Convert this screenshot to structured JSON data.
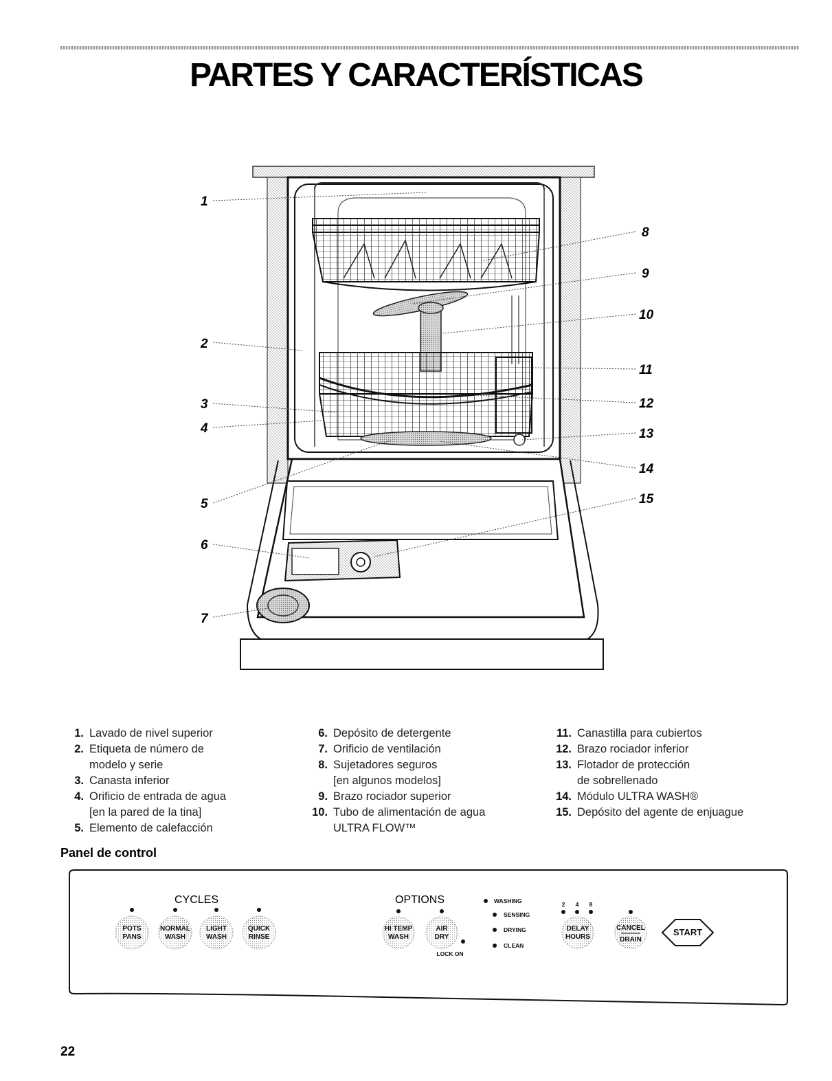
{
  "page": {
    "title": "PARTES Y CARACTERÍSTICAS",
    "page_number": "22"
  },
  "diagram": {
    "callouts": [
      "1",
      "2",
      "3",
      "4",
      "5",
      "6",
      "7",
      "8",
      "9",
      "10",
      "11",
      "12",
      "13",
      "14",
      "15"
    ]
  },
  "legend": {
    "column1": [
      {
        "num": "1.",
        "text": "Lavado de nivel superior"
      },
      {
        "num": "2.",
        "text": "Etiqueta de número de\nmodelo y serie"
      },
      {
        "num": "3.",
        "text": "Canasta inferior"
      },
      {
        "num": "4.",
        "text": "Orificio de entrada de agua\n[en la pared de la tina]"
      },
      {
        "num": "5.",
        "text": "Elemento de calefacción"
      }
    ],
    "column2": [
      {
        "num": "6.",
        "text": "Depósito de detergente"
      },
      {
        "num": "7.",
        "text": "Orificio de ventilación"
      },
      {
        "num": "8.",
        "text": "Sujetadores seguros\n[en algunos modelos]"
      },
      {
        "num": "9.",
        "text": "Brazo rociador superior"
      },
      {
        "num": "10.",
        "text": "Tubo de alimentación de agua\nULTRA FLOW™"
      }
    ],
    "column3": [
      {
        "num": "11.",
        "text": "Canastilla para cubiertos"
      },
      {
        "num": "12.",
        "text": "Brazo rociador inferior"
      },
      {
        "num": "13.",
        "text": "Flotador de protección\nde sobrellenado"
      },
      {
        "num": "14.",
        "text": "Módulo ULTRA WASH®"
      },
      {
        "num": "15.",
        "text": "Depósito del agente de enjuague"
      }
    ]
  },
  "control_panel": {
    "heading": "Panel de control",
    "cycles_label": "CYCLES",
    "options_label": "OPTIONS",
    "cycle_buttons": [
      {
        "line1": "POTS",
        "line2": "PANS"
      },
      {
        "line1": "NORMAL",
        "line2": "WASH"
      },
      {
        "line1": "LIGHT",
        "line2": "WASH"
      },
      {
        "line1": "QUICK",
        "line2": "RINSE"
      }
    ],
    "option_buttons": [
      {
        "line1": "HI TEMP",
        "line2": "WASH"
      },
      {
        "line1": "AIR",
        "line2": "DRY"
      }
    ],
    "lock_label": "LOCK ON",
    "status_indicators": [
      "WASHING",
      "SENSING",
      "DRYING",
      "CLEAN"
    ],
    "delay_numbers": [
      "2",
      "4",
      "8"
    ],
    "delay_button": {
      "line1": "DELAY",
      "line2": "HOURS"
    },
    "cancel_button": {
      "line1": "CANCEL",
      "line2": "DRAIN"
    },
    "start_label": "START"
  }
}
